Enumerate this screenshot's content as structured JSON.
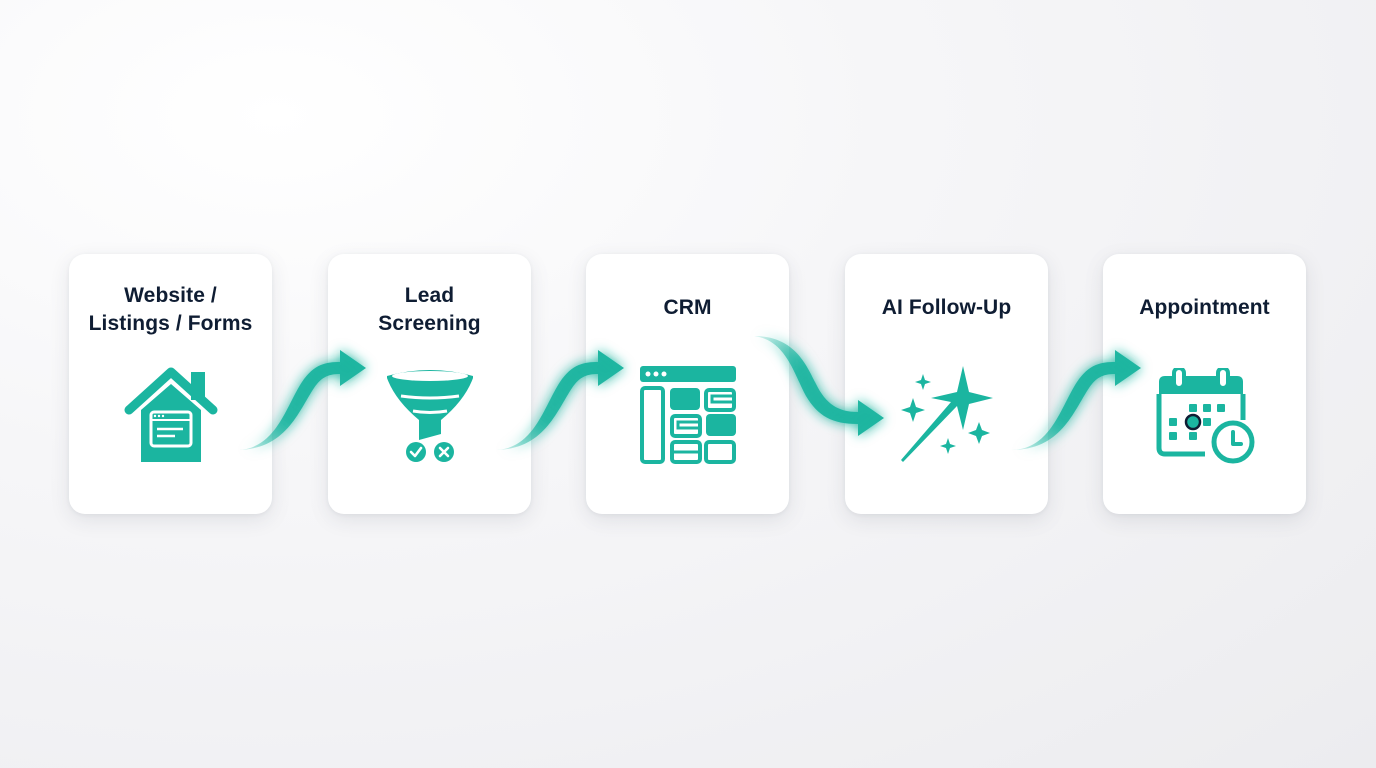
{
  "diagram": {
    "type": "process-flow",
    "accent_color": "#1bb5a0",
    "text_color": "#0f1d33",
    "steps": [
      {
        "title": "Website /\nListings / Forms",
        "icon": "house-browser-icon"
      },
      {
        "title": "Lead\nScreening",
        "icon": "funnel-filter-icon"
      },
      {
        "title": "CRM",
        "icon": "crm-dashboard-icon"
      },
      {
        "title": "AI Follow-Up",
        "icon": "sparkles-icon"
      },
      {
        "title": "Appointment",
        "icon": "calendar-clock-icon"
      }
    ],
    "connectors": [
      {
        "from": 0,
        "to": 1,
        "direction": "up"
      },
      {
        "from": 1,
        "to": 2,
        "direction": "up"
      },
      {
        "from": 2,
        "to": 3,
        "direction": "down"
      },
      {
        "from": 3,
        "to": 4,
        "direction": "up"
      }
    ]
  }
}
